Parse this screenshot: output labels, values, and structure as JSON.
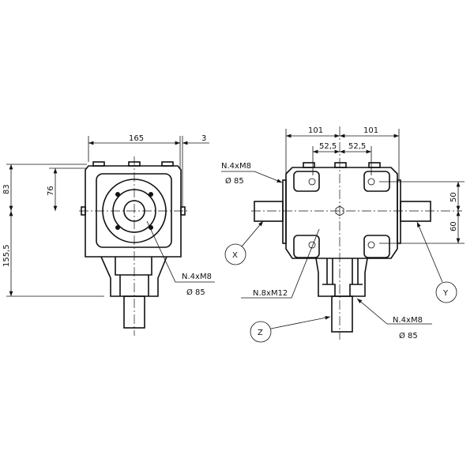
{
  "left_view": {
    "dim_width": "165",
    "dim_offset": "3",
    "dim_top": "83",
    "dim_top_inner": "76",
    "dim_bottom": "155,5",
    "callout_thread": "N.4xM8",
    "callout_diameter": "Ø 85"
  },
  "right_view": {
    "dim_left_half": "101",
    "dim_right_half": "101",
    "dim_bolt_left": "52,5",
    "dim_bolt_right": "52,5",
    "dim_upper": "50",
    "dim_lower": "60",
    "callout_side_thread": "N.4xM8",
    "callout_side_diameter": "Ø 85",
    "callout_body_thread": "N.8xM12",
    "callout_bottom_thread": "N.4xM8",
    "callout_bottom_diameter": "Ø 85",
    "shaft_labels": [
      "X",
      "Y",
      "Z"
    ]
  }
}
